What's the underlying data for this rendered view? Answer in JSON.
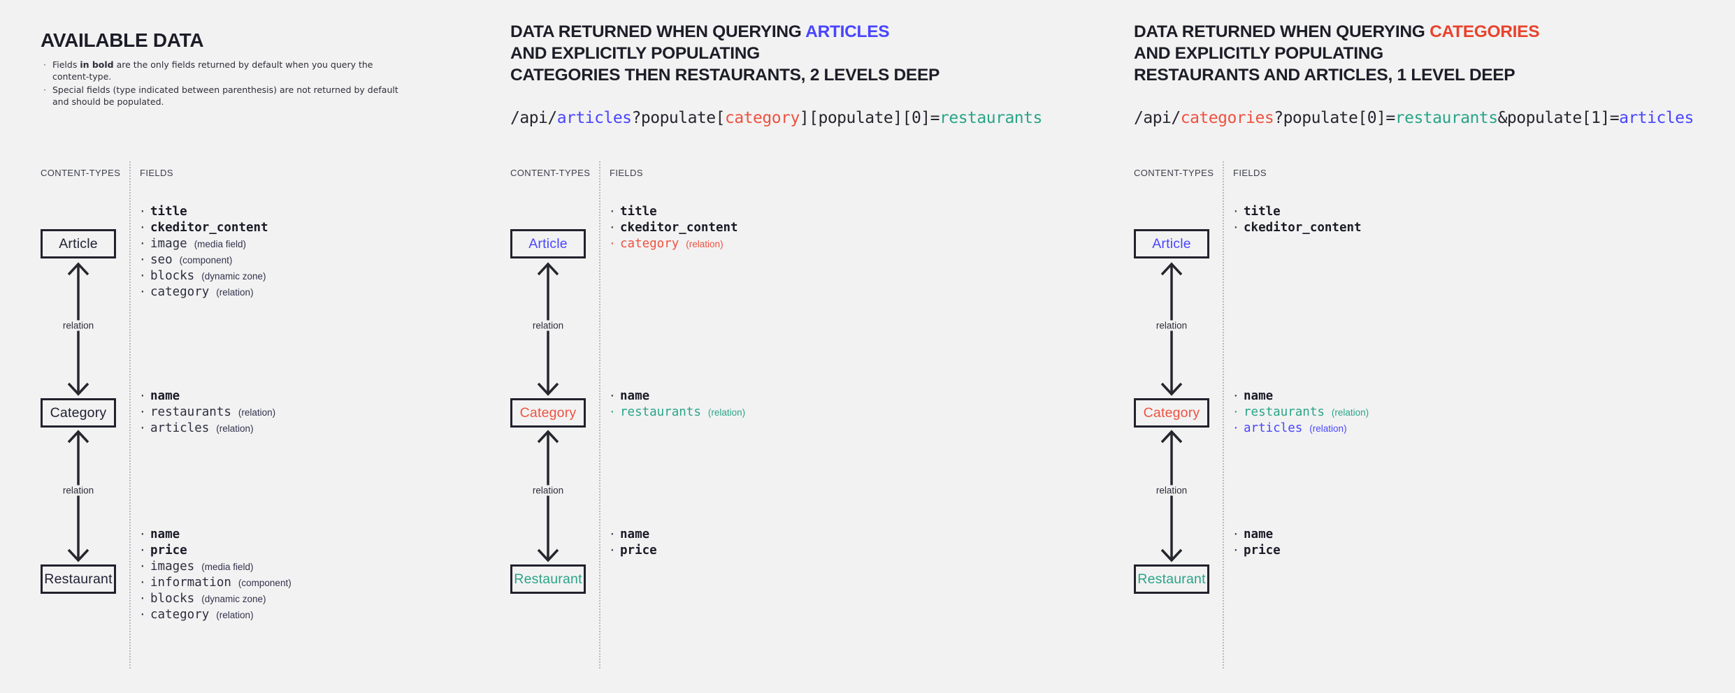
{
  "colors": {
    "dark": "#212134",
    "blue": "#4945ff",
    "red": "#ee5240",
    "red_title": "#e8432d",
    "teal": "#2aa488"
  },
  "shared": {
    "content_types_header": "CONTENT-TYPES",
    "fields_header": "FIELDS",
    "relation_label": "relation"
  },
  "columns": [
    {
      "name": "available-data",
      "title_lines": [
        [
          {
            "t": "AVAILABLE DATA"
          }
        ]
      ],
      "notes": [
        [
          {
            "t": "Fields "
          },
          {
            "t": "in bold",
            "b": true
          },
          {
            "t": " are the only fields returned by default when you query the content-type."
          }
        ],
        [
          {
            "t": "Special fields (type indicated between parenthesis) are not returned by default and should be populated."
          }
        ]
      ],
      "entities": [
        {
          "label": "Article",
          "color": "dark",
          "fields": [
            {
              "name": "title",
              "bold": true
            },
            {
              "name": "ckeditor_content",
              "bold": true
            },
            {
              "name": "image",
              "type": "(media field)"
            },
            {
              "name": "seo",
              "type": "(component)"
            },
            {
              "name": "blocks",
              "type": "(dynamic zone)"
            },
            {
              "name": "category",
              "type": "(relation)"
            }
          ]
        },
        {
          "label": "Category",
          "color": "dark",
          "fields": [
            {
              "name": "name",
              "bold": true
            },
            {
              "name": "restaurants",
              "type": "(relation)"
            },
            {
              "name": "articles",
              "type": "(relation)"
            }
          ]
        },
        {
          "label": "Restaurant",
          "color": "dark",
          "fields": [
            {
              "name": "name",
              "bold": true
            },
            {
              "name": "price",
              "bold": true
            },
            {
              "name": "images",
              "type": "(media field)"
            },
            {
              "name": "information",
              "type": "(component)"
            },
            {
              "name": "blocks",
              "type": "(dynamic zone)"
            },
            {
              "name": "category",
              "type": "(relation)"
            }
          ]
        }
      ]
    },
    {
      "name": "query-articles-populate-2-levels",
      "title_lines": [
        [
          {
            "t": "DATA RETURNED WHEN QUERYING "
          },
          {
            "t": "ARTICLES",
            "c": "blue"
          }
        ],
        [
          {
            "t": "AND EXPLICITLY POPULATING"
          }
        ],
        [
          {
            "t": "CATEGORIES THEN RESTAURANTS, 2 LEVELS DEEP"
          }
        ]
      ],
      "url": [
        {
          "t": "/api/"
        },
        {
          "t": "articles",
          "c": "blue"
        },
        {
          "t": "?populate["
        },
        {
          "t": "category",
          "c": "red"
        },
        {
          "t": "][populate][0]="
        },
        {
          "t": "restaurants",
          "c": "teal"
        }
      ],
      "entities": [
        {
          "label": "Article",
          "color": "blue",
          "fields": [
            {
              "name": "title",
              "bold": true
            },
            {
              "name": "ckeditor_content",
              "bold": true
            },
            {
              "name": "category",
              "type": "(relation)",
              "color": "red"
            }
          ]
        },
        {
          "label": "Category",
          "color": "red",
          "fields": [
            {
              "name": "name",
              "bold": true
            },
            {
              "name": "restaurants",
              "type": "(relation)",
              "color": "teal"
            }
          ]
        },
        {
          "label": "Restaurant",
          "color": "teal",
          "fields": [
            {
              "name": "name",
              "bold": true
            },
            {
              "name": "price",
              "bold": true
            }
          ]
        }
      ]
    },
    {
      "name": "query-categories-populate-1-level",
      "title_lines": [
        [
          {
            "t": "DATA RETURNED WHEN QUERYING "
          },
          {
            "t": "CATEGORIES",
            "c": "red_title"
          }
        ],
        [
          {
            "t": "AND EXPLICITLY POPULATING"
          }
        ],
        [
          {
            "t": "RESTAURANTS AND ARTICLES, 1 LEVEL DEEP"
          }
        ]
      ],
      "url": [
        {
          "t": "/api/"
        },
        {
          "t": "categories",
          "c": "red"
        },
        {
          "t": "?populate[0]="
        },
        {
          "t": "restaurants",
          "c": "teal"
        },
        {
          "t": "&populate[1]="
        },
        {
          "t": "articles",
          "c": "blue"
        }
      ],
      "entities": [
        {
          "label": "Article",
          "color": "blue",
          "fields": [
            {
              "name": "title",
              "bold": true
            },
            {
              "name": "ckeditor_content",
              "bold": true
            }
          ]
        },
        {
          "label": "Category",
          "color": "red",
          "fields": [
            {
              "name": "name",
              "bold": true
            },
            {
              "name": "restaurants",
              "type": "(relation)",
              "color": "teal"
            },
            {
              "name": "articles",
              "type": "(relation)",
              "color": "blue"
            }
          ]
        },
        {
          "label": "Restaurant",
          "color": "teal",
          "fields": [
            {
              "name": "name",
              "bold": true
            },
            {
              "name": "price",
              "bold": true
            }
          ]
        }
      ]
    }
  ]
}
